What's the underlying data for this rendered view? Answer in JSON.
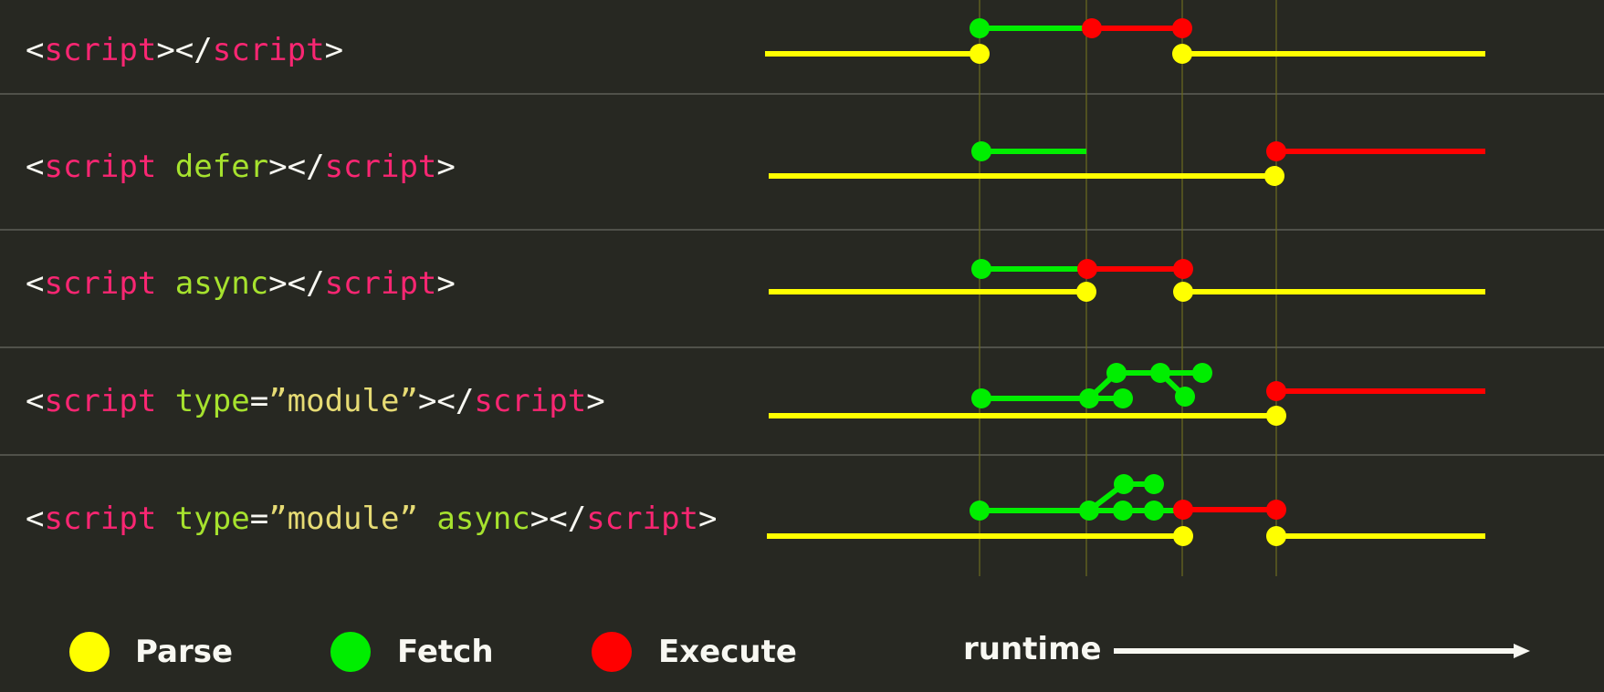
{
  "colors": {
    "background": "#272822",
    "parse": "#ffff00",
    "fetch": "#00ee00",
    "execute": "#ff0000",
    "tag": "#f92672",
    "attr": "#a6e22e",
    "string": "#e6db74",
    "punct": "#f8f8f2",
    "separator": "#6a6a62",
    "guide": "#6b6b1e"
  },
  "rows": [
    {
      "tokens": [
        {
          "t": "punct",
          "v": "<"
        },
        {
          "t": "tag",
          "v": "script"
        },
        {
          "t": "punct",
          "v": "></"
        },
        {
          "t": "tag",
          "v": "script"
        },
        {
          "t": "punct",
          "v": ">"
        }
      ]
    },
    {
      "tokens": [
        {
          "t": "punct",
          "v": "<"
        },
        {
          "t": "tag",
          "v": "script"
        },
        {
          "t": "punct",
          "v": " "
        },
        {
          "t": "attr",
          "v": "defer"
        },
        {
          "t": "punct",
          "v": "></"
        },
        {
          "t": "tag",
          "v": "script"
        },
        {
          "t": "punct",
          "v": ">"
        }
      ]
    },
    {
      "tokens": [
        {
          "t": "punct",
          "v": "<"
        },
        {
          "t": "tag",
          "v": "script"
        },
        {
          "t": "punct",
          "v": " "
        },
        {
          "t": "attr",
          "v": "async"
        },
        {
          "t": "punct",
          "v": "></"
        },
        {
          "t": "tag",
          "v": "script"
        },
        {
          "t": "punct",
          "v": ">"
        }
      ]
    },
    {
      "tokens": [
        {
          "t": "punct",
          "v": "<"
        },
        {
          "t": "tag",
          "v": "script"
        },
        {
          "t": "punct",
          "v": " "
        },
        {
          "t": "attr",
          "v": "type"
        },
        {
          "t": "punct",
          "v": "="
        },
        {
          "t": "str",
          "v": "”module”"
        },
        {
          "t": "punct",
          "v": "></"
        },
        {
          "t": "tag",
          "v": "script"
        },
        {
          "t": "punct",
          "v": ">"
        }
      ]
    },
    {
      "tokens": [
        {
          "t": "punct",
          "v": "<"
        },
        {
          "t": "tag",
          "v": "script"
        },
        {
          "t": "punct",
          "v": " "
        },
        {
          "t": "attr",
          "v": "type"
        },
        {
          "t": "punct",
          "v": "="
        },
        {
          "t": "str",
          "v": "”module”"
        },
        {
          "t": "punct",
          "v": " "
        },
        {
          "t": "attr",
          "v": "async"
        },
        {
          "t": "punct",
          "v": "></"
        },
        {
          "t": "tag",
          "v": "script"
        },
        {
          "t": "punct",
          "v": ">"
        }
      ]
    }
  ],
  "legend": {
    "parse": "Parse",
    "fetch": "Fetch",
    "execute": "Execute"
  },
  "axis": {
    "label": "runtime"
  }
}
